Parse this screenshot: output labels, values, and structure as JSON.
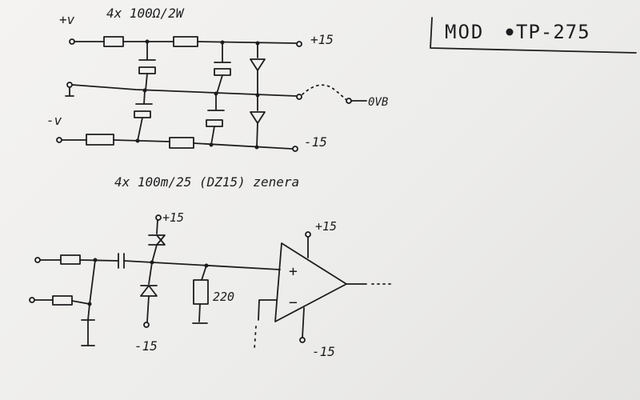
{
  "title_box": {
    "model_label": "MOD",
    "model_number": "TP-275"
  },
  "power_supply": {
    "positive_input": "+v",
    "negative_input": "-v",
    "resistor_spec": "4x 100Ω/2W",
    "output_positive": "+15",
    "output_zero": "0VB",
    "output_negative": "-15"
  },
  "capacitor_note": "4x 100m/25 (DZ15) zenera",
  "input_stage": {
    "supply_top": "+15",
    "supply_bottom": "-15",
    "resistor_value": "220",
    "opamp_plus": "+",
    "opamp_minus": "−",
    "opamp_supply_top": "+15",
    "opamp_supply_bottom": "-15"
  }
}
